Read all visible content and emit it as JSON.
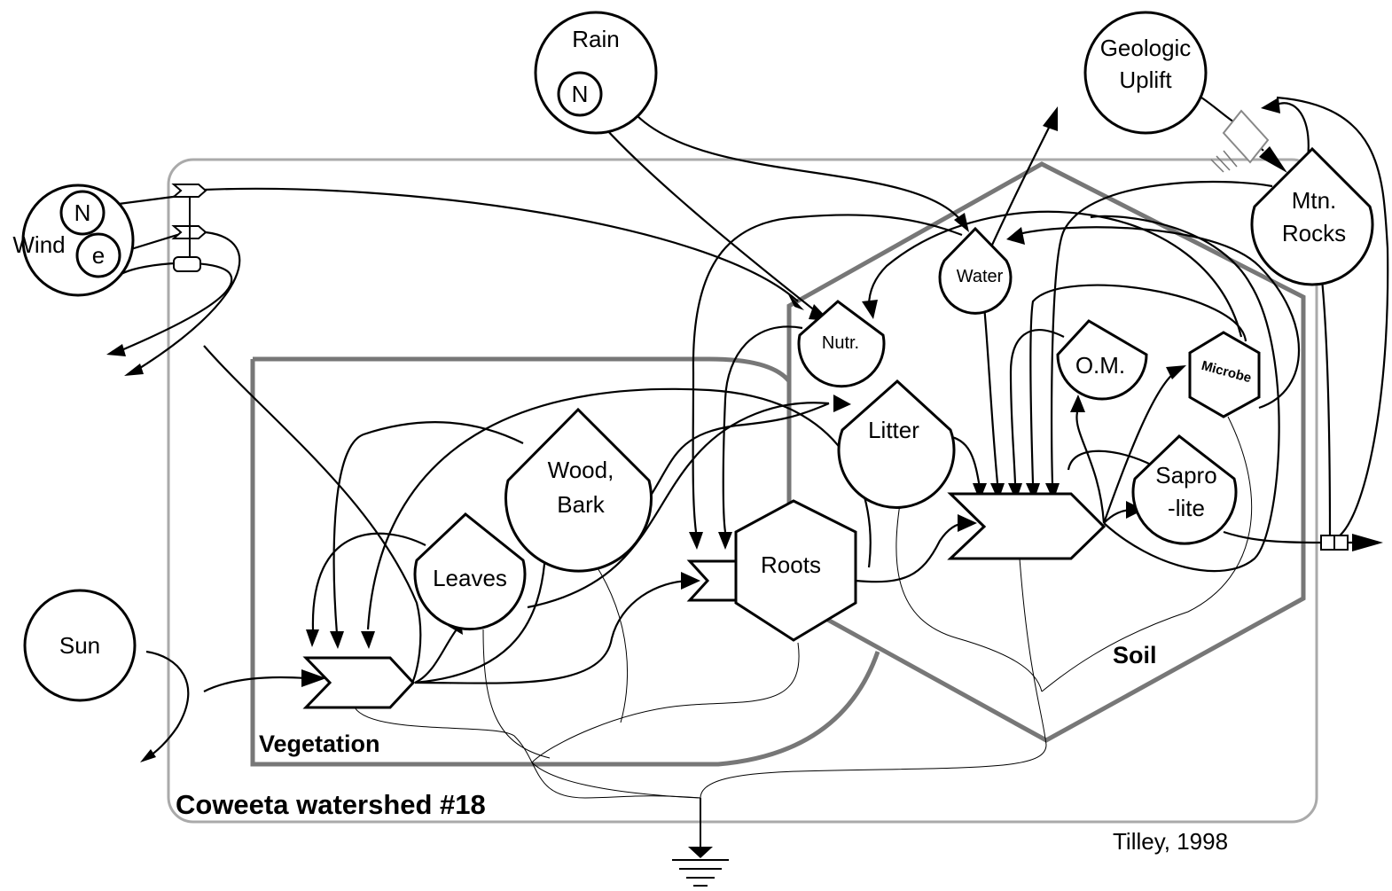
{
  "sources": {
    "rain": "Rain",
    "rain_n": "N",
    "wind": "Wind",
    "wind_n": "N",
    "wind_e": "e",
    "sun": "Sun",
    "uplift_line1": "Geologic",
    "uplift_line2": "Uplift"
  },
  "storages": {
    "water": "Water",
    "nutr": "Nutr.",
    "om": "O.M.",
    "litter": "Litter",
    "wood_line1": "Wood,",
    "wood_line2": "Bark",
    "leaves": "Leaves",
    "sapro_line1": "Sapro",
    "sapro_line2": "-lite",
    "rocks_line1": "Mtn.",
    "rocks_line2": "Rocks"
  },
  "consumers": {
    "roots": "Roots",
    "microbe": "Microbe"
  },
  "regions": {
    "vegetation": "Vegetation",
    "soil": "Soil",
    "watershed": "Coweeta watershed #18"
  },
  "credit": "Tilley, 1998"
}
